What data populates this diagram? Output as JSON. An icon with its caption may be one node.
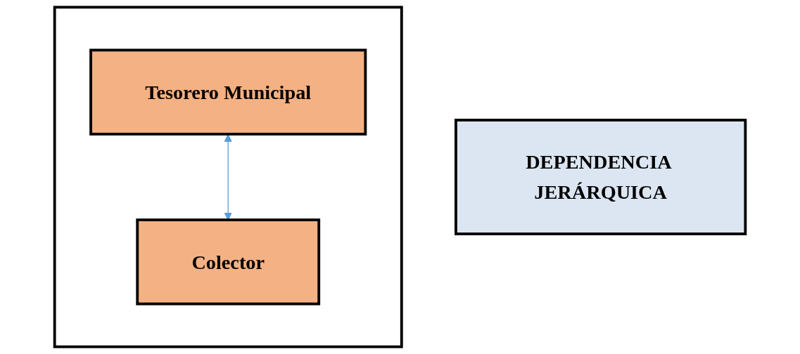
{
  "diagram": {
    "nodes": [
      {
        "text": [
          "DEPENDENCIA JERÁRQUICA"
        ]
      },
      {
        "text": [],
        "shape": "box"
      },
      {
        "text": [
          "Tesorero Municipal"
        ],
        "in": 1
      },
      {
        "text": [
          "Colector"
        ],
        "in": 1
      }
    ],
    "edges": [
      {
        "from": 2,
        "to": 3,
        "arrow": "both",
        "color": "#5b9bd5"
      }
    ]
  }
}
